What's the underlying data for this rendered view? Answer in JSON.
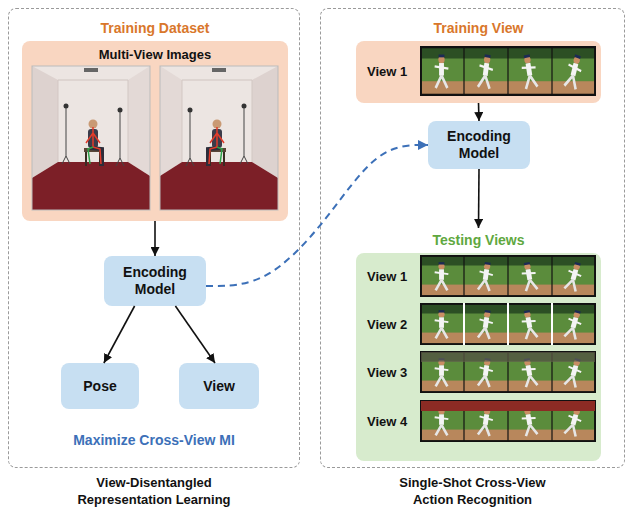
{
  "diagram": {
    "nodes": [
      {
        "text": [
          "View-Disentangled Representation Learning"
        ]
      },
      {
        "text": [
          "Training Dataset",
          "Multi-View Images"
        ],
        "in": 0
      },
      {
        "text": [
          "Encoding Model"
        ],
        "in": 0
      },
      {
        "text": [
          "Pose"
        ],
        "in": 0
      },
      {
        "text": [
          "View"
        ],
        "in": 0
      },
      {
        "text": [
          "Single-Shot Cross-View Action Recognition"
        ]
      },
      {
        "text": [
          "Training View",
          "View 1"
        ],
        "in": 5
      },
      {
        "text": [
          "Encoding Model"
        ],
        "in": 5
      },
      {
        "text": [
          "Testing Views",
          "View 1",
          "View 2",
          "View 3",
          "View 4"
        ],
        "in": 5
      }
    ],
    "edges": [
      {
        "from": 1,
        "to": 2,
        "arrow": "to"
      },
      {
        "from": 2,
        "to": 3,
        "arrow": "to"
      },
      {
        "from": 2,
        "to": 4,
        "arrow": "to"
      },
      {
        "from": 2,
        "to": 7,
        "arrow": "to"
      },
      {
        "from": 6,
        "to": 7,
        "arrow": "to"
      },
      {
        "from": 7,
        "to": 8,
        "arrow": "to"
      }
    ],
    "labels": [
      "Maximize Cross-View MI"
    ]
  }
}
